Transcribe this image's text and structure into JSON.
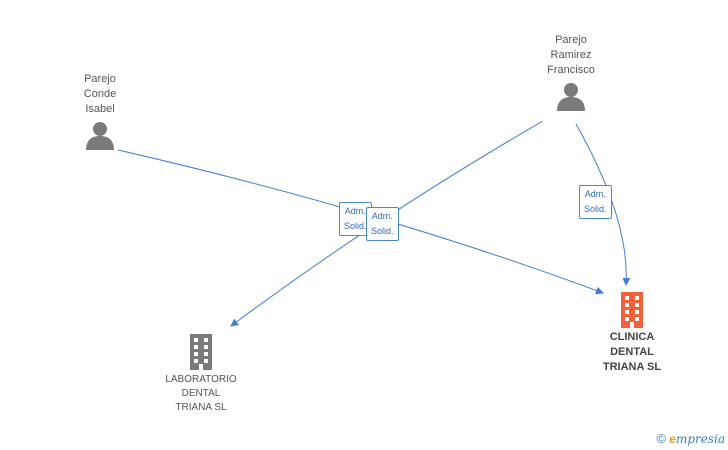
{
  "colors": {
    "edge": "#3d7fd4",
    "person_icon": "#7a7a7a",
    "company_icon": "#7a7a7a",
    "highlight_company_icon": "#f0603a",
    "edge_label_border": "#4a86d8",
    "edge_label_text": "#2f6cc0"
  },
  "nodes": {
    "parejo_conde": {
      "label": "Parejo\nConde\nIsabel",
      "icon": "person-icon"
    },
    "parejo_ramirez": {
      "label": "Parejo\nRamirez\nFrancisco",
      "icon": "person-icon"
    },
    "laboratorio": {
      "label": "LABORATORIO\nDENTAL\nTRIANA SL",
      "icon": "building-icon"
    },
    "clinica": {
      "label": "CLINICA\nDENTAL\nTRIANA SL",
      "icon": "building-icon"
    }
  },
  "edges": [
    {
      "from": "Parejo Conde Isabel",
      "to": "CLINICA DENTAL TRIANA SL",
      "label": "Adm.\nSolid."
    },
    {
      "from": "Parejo Ramirez Francisco",
      "to": "LABORATORIO DENTAL TRIANA SL",
      "label": "Adm.\nSolid."
    },
    {
      "from": "Parejo Ramirez Francisco",
      "to": "CLINICA DENTAL TRIANA SL",
      "label": "Adm.\nSolid."
    }
  ],
  "watermark": {
    "copyright": "©",
    "brand_initial": "e",
    "brand_rest": "mpresia"
  }
}
